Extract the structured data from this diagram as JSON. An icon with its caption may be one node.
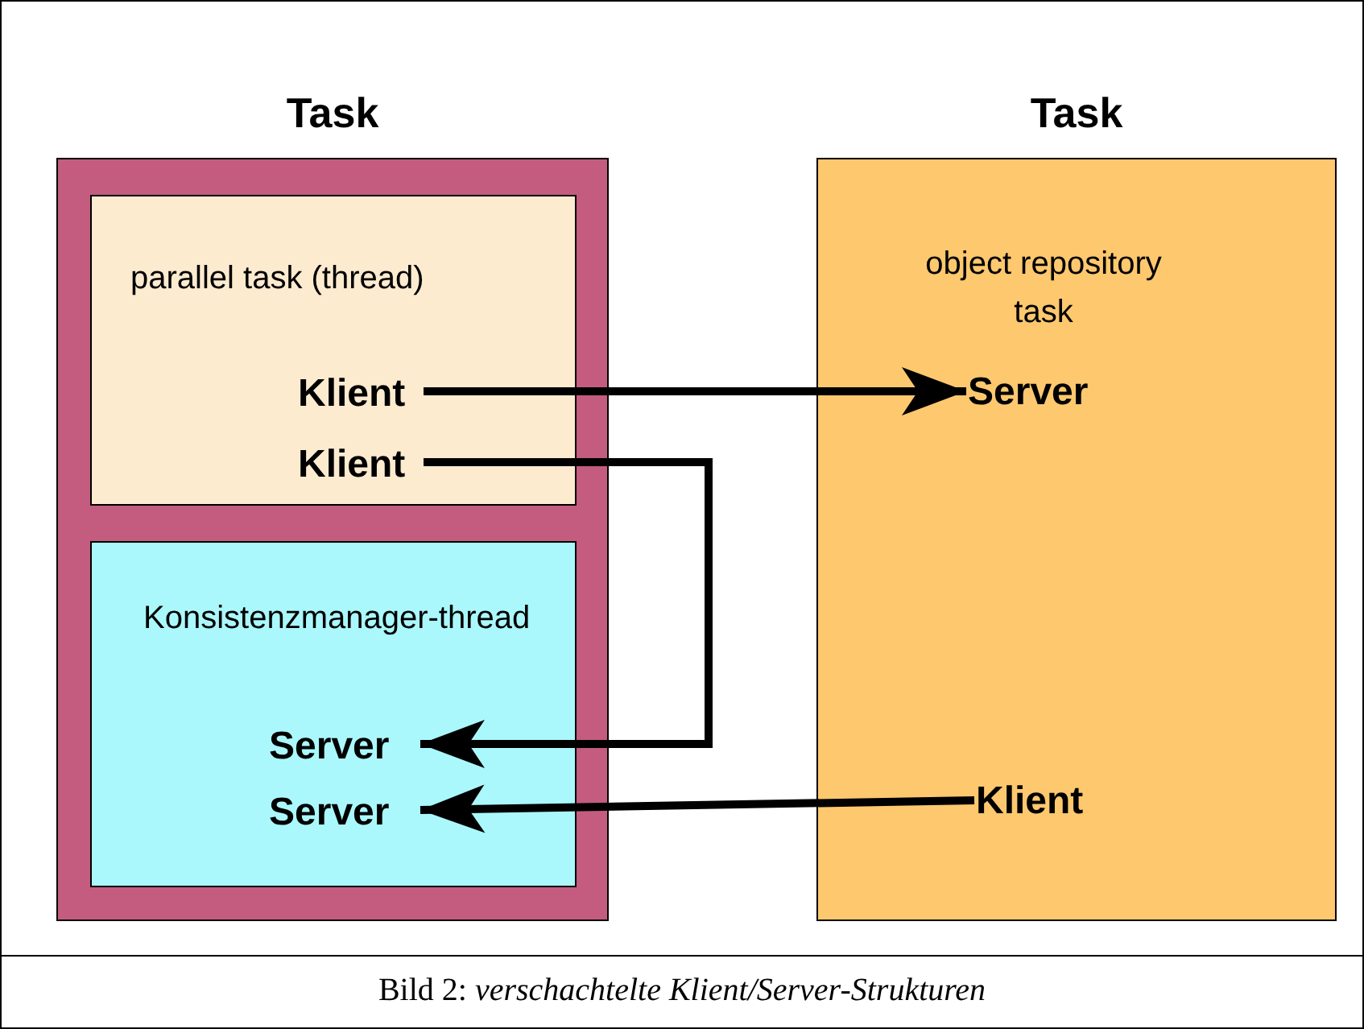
{
  "diagram": {
    "caption": "Bild 2: *verschachtelte Klient/Server-Strukturen*",
    "nodes": [
      {
        "text": [
          "Task"
        ]
      },
      {
        "text": [
          "parallel task (thread)"
        ],
        "in": 0
      },
      {
        "text": [
          "Klient"
        ],
        "in": 1
      },
      {
        "text": [
          "Klient"
        ],
        "in": 1
      },
      {
        "text": [
          "Konsistenzmanager-thread"
        ],
        "in": 0
      },
      {
        "text": [
          "Server"
        ],
        "in": 4
      },
      {
        "text": [
          "Server"
        ],
        "in": 4
      },
      {
        "text": [
          "Task",
          "object repository task"
        ]
      },
      {
        "text": [
          "Server"
        ],
        "in": 7
      },
      {
        "text": [
          "Klient"
        ],
        "in": 7
      }
    ],
    "edges": [
      {
        "from": 2,
        "to": 8,
        "arrow": "to"
      },
      {
        "from": 3,
        "to": 5,
        "arrow": "to"
      },
      {
        "from": 9,
        "to": 6,
        "arrow": "to"
      }
    ]
  }
}
